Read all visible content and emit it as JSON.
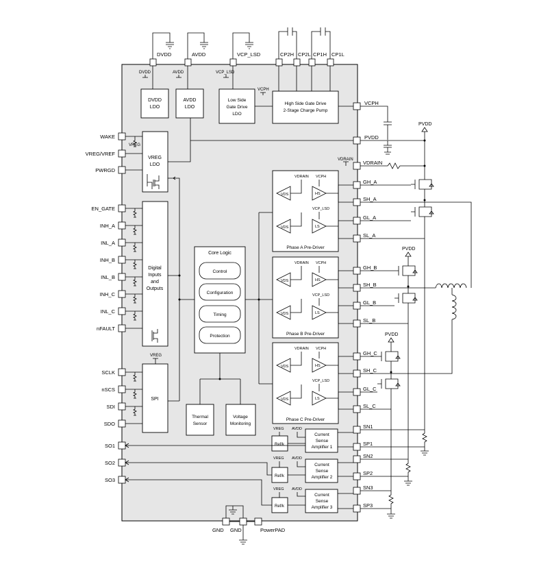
{
  "chip": {
    "left_pins": [
      "WAKE",
      "VREG/VREF",
      "PWRGD",
      "EN_GATE",
      "INH_A",
      "INL_A",
      "INH_B",
      "INL_B",
      "INH_C",
      "INL_C",
      "nFAULT",
      "SCLK",
      "nSCS",
      "SDI",
      "SDO",
      "SO1",
      "SO2",
      "SO3"
    ],
    "top_pins": [
      "DVDD",
      "AVDD",
      "VCP_LSD",
      "CP2H",
      "CP2L",
      "CP1H",
      "CP1L"
    ],
    "right_pins": [
      "VCPH",
      "PVDD",
      "VDRAIN",
      "GH_A",
      "SH_A",
      "GL_A",
      "SL_A",
      "GH_B",
      "SH_B",
      "GL_B",
      "SL_B",
      "GH_C",
      "SH_C",
      "GL_C",
      "SL_C",
      "SN1",
      "SP1",
      "SN2",
      "SP2",
      "SN3",
      "SP3"
    ],
    "bottom_pins": [
      "GND",
      "GND",
      "PowerPAD"
    ]
  },
  "blocks": {
    "dvdd_ldo": [
      "DVDD",
      "LDO"
    ],
    "avdd_ldo": [
      "AVDD",
      "LDO"
    ],
    "ls_drive": [
      "Low Side",
      "Gate Drive",
      "LDO"
    ],
    "hs_drive": [
      "High Side Gate Drive",
      "2-Stage Charge Pump"
    ],
    "vreg_ldo": [
      "VREG",
      "LDO"
    ],
    "digital_io": [
      "Digital",
      "Inputs",
      "and",
      "Outputs"
    ],
    "spi": "SPI",
    "core_logic": "Core Logic",
    "core_items": [
      "Control",
      "Configuration",
      "Timing",
      "Protection"
    ],
    "thermal": [
      "Thermal",
      "Sensor"
    ],
    "voltage_mon": [
      "Voltage",
      "Monitoring"
    ],
    "predrivers": [
      "Phase A Pre-Driver",
      "Phase B Pre-Driver",
      "Phase C Pre-Driver"
    ],
    "csa": [
      [
        "Current",
        "Sense",
        "Amplifier 1"
      ],
      [
        "Current",
        "Sense",
        "Amplifier 2"
      ],
      [
        "Current",
        "Sense",
        "Amplifier 3"
      ]
    ],
    "refk": "Ref/k"
  },
  "labels": {
    "dvdd_small": "DVDD",
    "avdd_small": "AVDD",
    "vcp_lsd_small": "VCP_LSD",
    "vcph_small": "VCPH",
    "vreg_small": "VREG",
    "vdrain_small": "VDRAIN",
    "vds": "VDS",
    "hs": "HS",
    "ls": "LS",
    "pvdd": "PVDD"
  }
}
